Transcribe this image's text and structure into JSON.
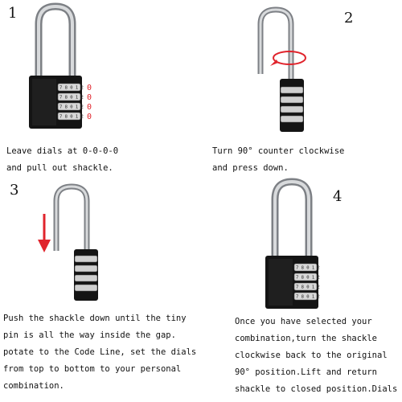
{
  "steps": [
    {
      "number": "1",
      "lines": [
        "Leave dials at 0-0-0-0",
        "and pull out shackle."
      ],
      "zeros": [
        "0",
        "0",
        "0",
        "0"
      ]
    },
    {
      "number": "2",
      "lines": [
        "Turn 90° counter clockwise",
        "and press down."
      ]
    },
    {
      "number": "3",
      "lines": [
        "Push the shackle down until the tiny",
        "pin is all the way inside the gap.",
        "potate to the Code Line, set the dials",
        "from top to bottom to your personal",
        "combination."
      ]
    },
    {
      "number": "4",
      "lines": [
        "Once you have selected your",
        "combination,turn the shackle",
        "clockwise back to the original",
        "90° position.Lift and return",
        "shackle to closed position.Dials"
      ]
    }
  ],
  "dial_digits": [
    "7 8 0 1 2",
    "7 8 0 1 2",
    "7 8 0 1 2",
    "7 8 0 1 2"
  ],
  "colors": {
    "arrow": "#e0242c",
    "lock_body": "#141414",
    "shackle": "#b9bcbf"
  }
}
